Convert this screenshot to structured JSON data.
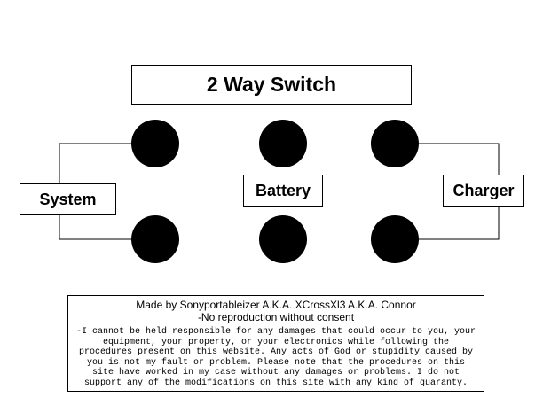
{
  "diagram": {
    "title": "2 Way Switch",
    "labels": {
      "system": "System",
      "battery": "Battery",
      "charger": "Charger"
    },
    "colors": {
      "terminal": "#000000",
      "wire": "#000000",
      "spellcheck_underline": "#3c8c3c"
    }
  },
  "credits": {
    "line1": "Made by Sonyportableizer A.K.A. XCrossXl3 A.K.A. Connor",
    "line2": "-No reproduction without consent",
    "disclaimer": "-I cannot be held responsible for any damages that could occur to you, your equipment, your property, or your electronics while following the procedures present on this website. Any acts of God or stupidity caused by you is not my fault or problem. Please note that the procedures on this site have worked in my case without any damages or problems. I do not support any of the modifications on this site with any kind of guaranty."
  }
}
